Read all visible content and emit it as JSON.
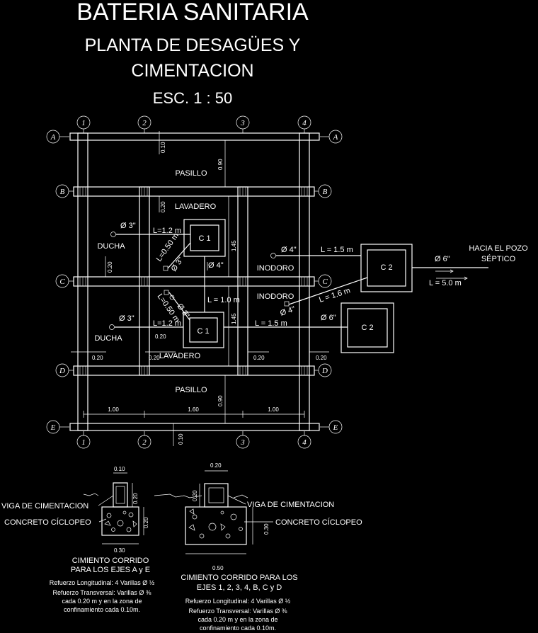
{
  "title": {
    "main": "BATERIA SANITARIA",
    "line2": "PLANTA DE DESAGÜES Y",
    "line3": "CIMENTACION",
    "scale": "ESC.  1 : 50"
  },
  "axes": {
    "numbers": [
      "1",
      "2",
      "3",
      "4"
    ],
    "letters": [
      "A",
      "B",
      "C",
      "D",
      "E"
    ]
  },
  "rooms": {
    "pasillo_top": "PASILLO",
    "lavadero_top": "LAVADERO",
    "ducha_top": "DUCHA",
    "inodoro_top": "INODORO",
    "inodoro_bottom": "INODORO",
    "ducha_bottom": "DUCHA",
    "lavadero_bottom": "LAVADERO",
    "pasillo_bottom": "PASILLO"
  },
  "chambers": {
    "c1_top": "C 1",
    "c1_bottom": "C 1",
    "c2_right": "C 2",
    "c2_low": "C 2"
  },
  "pipes": {
    "d3_top": "Ø 3\"",
    "l12_top": "L=1.2 m",
    "l050_top": "L=0.50 m",
    "d3_diag_top": "Ø 3\"",
    "d4_mid": "Ø 4\"",
    "d4_inodoro_top": "Ø 4\"",
    "l15_top": "L = 1.5 m",
    "d6_right": "Ø 6\"",
    "hacia_1": "HACIA EL POZO",
    "hacia_2": "SÉPTICO",
    "l50": "L = 5.0 m",
    "l16": "L = 1.6 m",
    "d4_inodoro_bot": "Ø 4\"",
    "d6_low": "Ø 6\"",
    "l10": "L = 1.0 m",
    "d3_diag_bot": "Ø 3\"",
    "l050_bot": "L=0.50 m",
    "d3_bot": "Ø 3\"",
    "l12_bot": "L=1.2 m",
    "l15_bot": "L = 1.5 m"
  },
  "dims": {
    "d010_top": "0.10",
    "d090_top": "0.90",
    "d020_a": "0.20",
    "d020_b": "0.20",
    "d145_a": "1.45",
    "d145_b": "1.45",
    "d020_c": "0.20",
    "d020_left": "0.20",
    "d020_mid": "0.20",
    "d020_r1": "0.20",
    "d020_r2": "0.20",
    "d090_bot": "0.90",
    "d100_a": "1.00",
    "d160": "1.60",
    "d100_b": "1.00",
    "d010_bot": "0.10"
  },
  "sections": {
    "s1": {
      "d010": "0.10",
      "d020_v": "0.20",
      "d020_h": "0.20",
      "d030": "0.30",
      "viga": "VIGA DE CIMENTACION",
      "concreto": "CONCRETO CÍCLOPEO",
      "title1": "CIMIENTO CORRIDO",
      "title2": "PARA LOS EJES A y E",
      "ref1": "Refuerzo Longitudinal: 4 Varillas Ø ½",
      "ref2": "Refuerzo Transversal: Varillas Ø ⅜",
      "ref3": "cada 0.20 m y en la zona de",
      "ref4": "confinamiento cada 0.10m."
    },
    "s2": {
      "d020_top": "0.20",
      "d020_v": "0.20",
      "d030": "0.30",
      "d050": "0.50",
      "viga": "VIGA DE CIMENTACION",
      "concreto": "CONCRETO CÍCLOPEO",
      "title1": "CIMIENTO CORRIDO PARA LOS",
      "title2": "EJES 1, 2, 3, 4, B, C y D",
      "ref1": "Refuerzo Longitudinal: 4 Varillas Ø ½",
      "ref2": "Refuerzo Transversal: Varillas Ø ⅜",
      "ref3": "cada 0.20 m y en la zona de",
      "ref4": "confinamiento cada 0.10m."
    }
  }
}
